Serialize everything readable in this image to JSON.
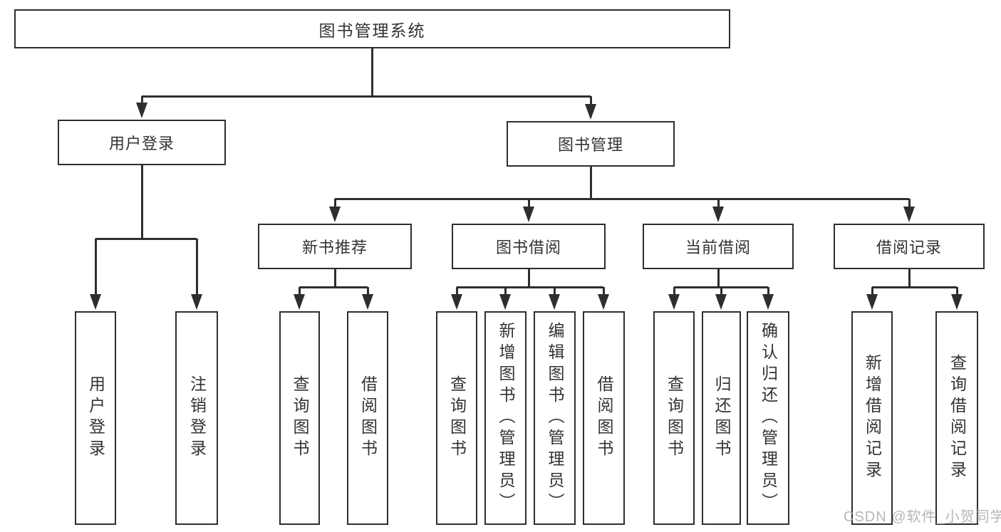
{
  "diagram": {
    "title": "图书管理系统",
    "type": "functional-structure-tree",
    "watermark": "CSDN @软件_小贺同学"
  },
  "colors": {
    "line": "#2e2e2e",
    "box_border": "#2e2e2e",
    "box_bg": "#ffffff",
    "text": "#333333",
    "watermark": "#aaaaaa"
  },
  "nodes": [
    {
      "id": "root",
      "label": "图书管理系统",
      "parent": null,
      "level": 1
    },
    {
      "id": "user-login",
      "label": "用户登录",
      "parent": "root",
      "level": 2
    },
    {
      "id": "book-mgmt",
      "label": "图书管理",
      "parent": "root",
      "level": 2
    },
    {
      "id": "new-book-rec",
      "label": "新书推荐",
      "parent": "book-mgmt",
      "level": 3
    },
    {
      "id": "book-borrow",
      "label": "图书借阅",
      "parent": "book-mgmt",
      "level": 3
    },
    {
      "id": "current-borrow",
      "label": "当前借阅",
      "parent": "book-mgmt",
      "level": 3
    },
    {
      "id": "borrow-records",
      "label": "借阅记录",
      "parent": "book-mgmt",
      "level": 3
    },
    {
      "id": "user-login-action",
      "label": "用户登录",
      "parent": "user-login",
      "level": 4
    },
    {
      "id": "logout-action",
      "label": "注销登录",
      "parent": "user-login",
      "level": 4
    },
    {
      "id": "query-book-rec",
      "label": "查询图书",
      "parent": "new-book-rec",
      "level": 4
    },
    {
      "id": "borrow-book-rec",
      "label": "借阅图书",
      "parent": "new-book-rec",
      "level": 4
    },
    {
      "id": "query-book-borrow",
      "label": "查询图书",
      "parent": "book-borrow",
      "level": 4
    },
    {
      "id": "add-book-admin",
      "label": "新增图书（管理员）",
      "parent": "book-borrow",
      "level": 4
    },
    {
      "id": "edit-book-admin",
      "label": "编辑图书（管理员）",
      "parent": "book-borrow",
      "level": 4
    },
    {
      "id": "borrow-book-borrow",
      "label": "借阅图书",
      "parent": "book-borrow",
      "level": 4
    },
    {
      "id": "query-book-current",
      "label": "查询图书",
      "parent": "current-borrow",
      "level": 4
    },
    {
      "id": "return-book",
      "label": "归还图书",
      "parent": "current-borrow",
      "level": 4
    },
    {
      "id": "confirm-return-admin",
      "label": "确认归还（管理员）",
      "parent": "current-borrow",
      "level": 4
    },
    {
      "id": "add-borrow-record",
      "label": "新增借阅记录",
      "parent": "borrow-records",
      "level": 4
    },
    {
      "id": "query-borrow-record",
      "label": "查询借阅记录",
      "parent": "borrow-records",
      "level": 4
    }
  ]
}
